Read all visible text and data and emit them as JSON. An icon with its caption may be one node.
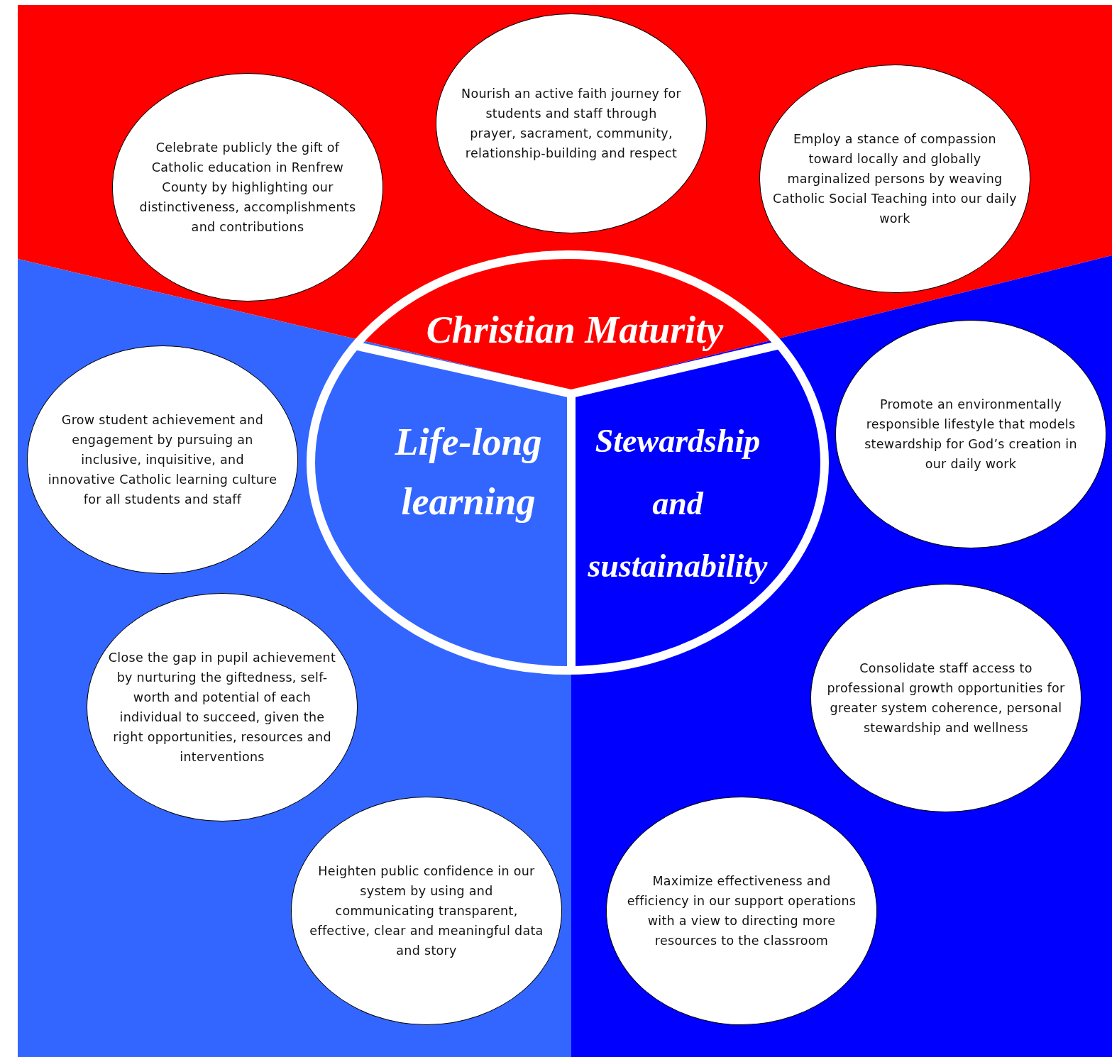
{
  "diagram": {
    "nodes": [
      {
        "text": [
          "Celebrate publicly the gift of Catholic education in Renfrew County by highlighting our distinctiveness, accomplishments and contributions"
        ]
      },
      {
        "text": [
          "Nourish an active faith journey for students and staff through prayer, sacrament, community, relationship-building and respect"
        ]
      },
      {
        "text": [
          "Employ a stance of compassion toward locally and globally marginalized persons by weaving Catholic Social Teaching into our daily work"
        ]
      },
      {
        "text": [
          "Christian Maturity"
        ]
      },
      {
        "text": [
          "Life-long learning"
        ]
      },
      {
        "text": [
          "Stewardship and sustainability"
        ]
      },
      {
        "text": [
          "Grow student achievement and engagement by pursuing an inclusive, inquisitive, and innovative Catholic learning culture for all students and staff"
        ]
      },
      {
        "text": [
          "Promote an environmentally responsible lifestyle that models stewardship for God’s creation in our daily work"
        ]
      },
      {
        "text": [
          "Close the gap in pupil achievement by nurturing the giftedness, self-worth and potential of each individual to succeed, given the right opportunities, resources and interventions"
        ]
      },
      {
        "text": [
          "Consolidate staff access to professional growth opportunities for greater system coherence, personal stewardship and wellness"
        ]
      },
      {
        "text": [
          "Heighten public confidence in our system by using and communicating transparent, effective, clear and meaningful data and story"
        ]
      },
      {
        "text": [
          "Maximize effectiveness and efficiency in our support operations with a view to directing more resources to the classroom"
        ]
      }
    ]
  }
}
